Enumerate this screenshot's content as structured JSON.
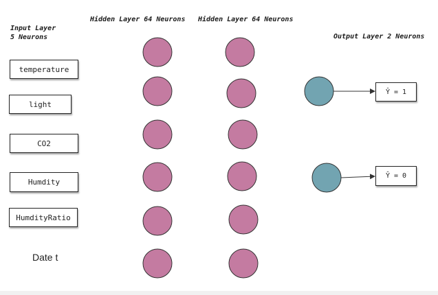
{
  "headers": {
    "input_title": "Input Layer",
    "input_count": "5 Neurons",
    "hidden1": "Hidden Layer 64 Neurons",
    "hidden2": "Hidden Layer 64 Neurons",
    "output": "Output Layer 2 Neurons"
  },
  "inputs": [
    {
      "label": "temperature"
    },
    {
      "label": "light"
    },
    {
      "label": "CO2"
    },
    {
      "label": "Humdity"
    },
    {
      "label": "HumdityRatio"
    },
    {
      "label": "Date t"
    }
  ],
  "outputs": [
    {
      "label": "Ŷ = 1"
    },
    {
      "label": "Ŷ = 0"
    }
  ],
  "colors": {
    "hidden_neuron": "#c47ba1",
    "output_neuron": "#72a4b1",
    "stroke": "#333333"
  }
}
